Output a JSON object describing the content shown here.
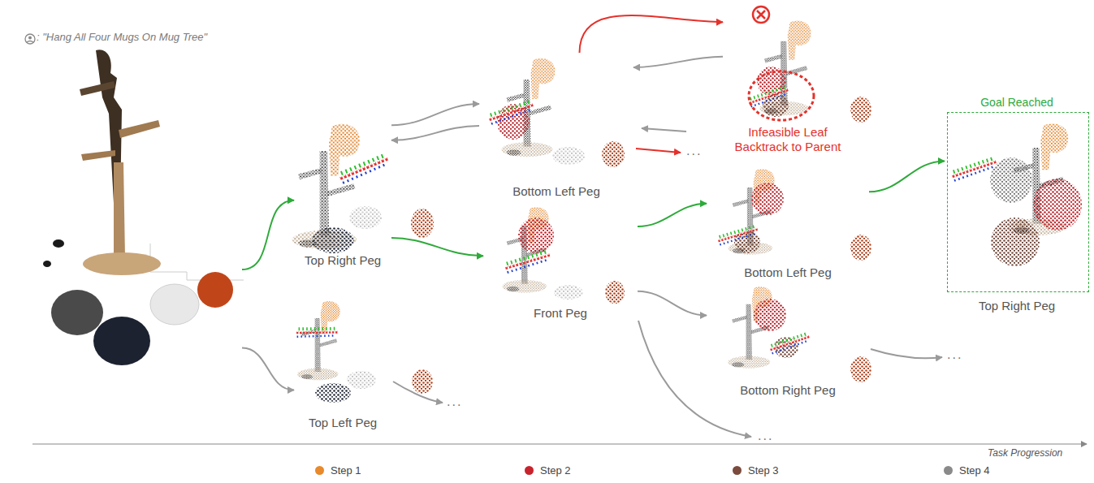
{
  "diagram": {
    "nodes": [
      {
        "text": [
          ": \"Hang All Four Mugs On Mug Tree\""
        ]
      },
      {
        "text": [
          "Top Right Peg"
        ]
      },
      {
        "text": [
          "Top Left Peg"
        ]
      },
      {
        "text": [
          "Bottom Left Peg"
        ]
      },
      {
        "text": [
          "Front Peg"
        ]
      },
      {
        "text": [
          "Infeasible Leaf Backtrack to Parent"
        ]
      },
      {
        "text": [
          "Bottom Left Peg"
        ]
      },
      {
        "text": [
          "Bottom Right Peg"
        ]
      },
      {
        "text": [
          "Goal Reached",
          "Top Right Peg"
        ]
      }
    ],
    "edges": [
      {
        "from": 0,
        "to": 1,
        "arrow": "to"
      },
      {
        "from": 0,
        "to": 2,
        "arrow": "to"
      },
      {
        "from": 1,
        "to": 3,
        "arrow": "to"
      },
      {
        "from": 3,
        "to": 1,
        "arrow": "to"
      },
      {
        "from": 1,
        "to": 4,
        "arrow": "to"
      },
      {
        "from": 3,
        "to": 5,
        "arrow": "to"
      },
      {
        "from": 5,
        "to": 3,
        "arrow": "to"
      },
      {
        "from": 4,
        "to": 6,
        "arrow": "to"
      },
      {
        "from": 4,
        "to": 7,
        "arrow": "to"
      },
      {
        "from": 6,
        "to": 8,
        "arrow": "to"
      }
    ],
    "labels": [
      "...",
      "...",
      "...",
      "...",
      "Task Progression"
    ],
    "legend": [
      {
        "text": "Step 1",
        "color": "#e8892b"
      },
      {
        "text": "Step 2",
        "color": "#c8232c"
      },
      {
        "text": "Step 3",
        "color": "#7b4b3d"
      },
      {
        "text": "Step 4",
        "color": "#8a8a8a"
      }
    ]
  }
}
